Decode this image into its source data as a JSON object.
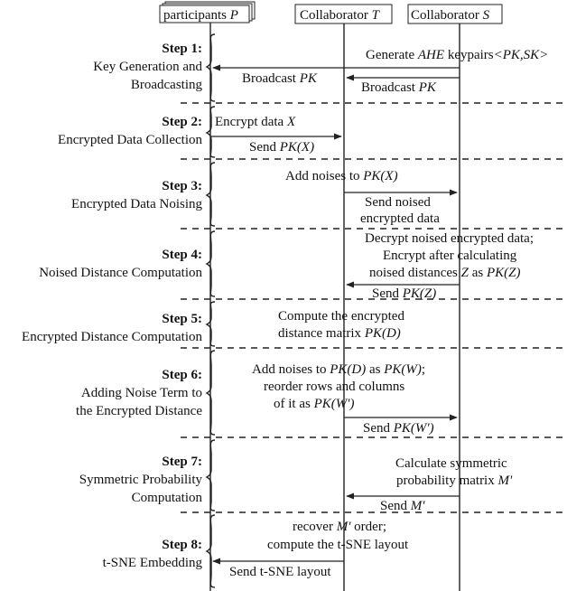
{
  "participants": {
    "p": "participants",
    "p_var": "P",
    "t": "Collaborator",
    "t_var": "T",
    "s": "Collaborator",
    "s_var": "S"
  },
  "steps": [
    {
      "num": "Step 1:",
      "desc": [
        "Key Generation and",
        "Broadcasting"
      ]
    },
    {
      "num": "Step 2:",
      "desc": [
        "Encrypted Data Collection"
      ]
    },
    {
      "num": "Step 3:",
      "desc": [
        "Encrypted Data Noising"
      ]
    },
    {
      "num": "Step 4:",
      "desc": [
        "Noised Distance Computation"
      ]
    },
    {
      "num": "Step 5:",
      "desc": [
        "Encrypted Distance Computation"
      ]
    },
    {
      "num": "Step 6:",
      "desc": [
        "Adding Noise Term to",
        "the Encrypted Distance"
      ]
    },
    {
      "num": "Step 7:",
      "desc": [
        "Symmetric Probability",
        "Computation"
      ]
    },
    {
      "num": "Step 8:",
      "desc": [
        "t-SNE Embedding"
      ]
    }
  ],
  "texts": {
    "s1_gen": "Generate ",
    "s1_gen_var": "AHE",
    "s1_gen_rest": " keypairs",
    "s1_gen_keys": "<PK,SK>",
    "s1_bc_left": "Broadcast ",
    "s1_bc_left_var": "PK",
    "s1_bc_right": "Broadcast ",
    "s1_bc_right_var": "PK",
    "s2_enc": "Encrypt data ",
    "s2_enc_var": "X",
    "s2_send": "Send ",
    "s2_send_var": "PK(X)",
    "s3_add": "Add noises to ",
    "s3_add_var": "PK(X)",
    "s3_send1": "Send noised",
    "s3_send2": "encrypted data",
    "s4_l1": "Decrypt noised encrypted data;",
    "s4_l2": "Encrypt after calculating",
    "s4_l3": "noised distances ",
    "s4_l3_var": "Z",
    "s4_l3_mid": " as ",
    "s4_l3_var2": "PK(Z)",
    "s4_send": "Send ",
    "s4_send_var": "PK(Z)",
    "s5_l1": "Compute the encrypted",
    "s5_l2": "distance matrix ",
    "s5_l2_var": "PK(D)",
    "s6_l1": "Add noises to ",
    "s6_l1_var": "PK(D)",
    "s6_l1_mid": " as ",
    "s6_l1_var2": "PK(W)",
    "s6_l1_end": ";",
    "s6_l2": "reorder rows and columns",
    "s6_l3": "of it as ",
    "s6_l3_var": "PK(W')",
    "s6_send": "Send ",
    "s6_send_var": "PK(W')",
    "s7_l1": "Calculate symmetric",
    "s7_l2": "probability matrix ",
    "s7_l2_var": "M'",
    "s7_send": "Send ",
    "s7_send_var": "M'",
    "s8_l1": "recover ",
    "s8_l1_var": "M'",
    "s8_l1_end": " order;",
    "s8_l2": "compute the t-SNE layout",
    "s8_send": "Send t-SNE layout"
  }
}
